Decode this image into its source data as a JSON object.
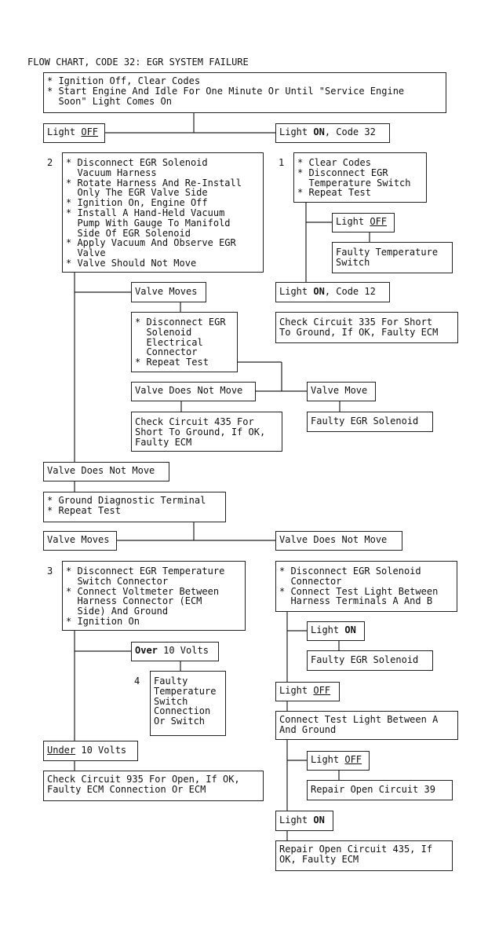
{
  "title": "FLOW CHART, CODE 32: EGR SYSTEM FAILURE",
  "labels": {
    "light": "Light ",
    "off": "OFF",
    "on": "ON",
    "on_plain": "ON",
    "code32": ", Code 32",
    "code12": ", Code 12",
    "valve_moves": "Valve Moves",
    "valve_not_move": "Valve Does Not Move",
    "valve_move": "Valve Move",
    "over": "Over",
    "under": "Under",
    "ten_volts": " 10 Volts"
  },
  "step_numbers": {
    "n1": "1",
    "n2": "2",
    "n3": "3",
    "n4": "4"
  },
  "boxes": {
    "start": "* Ignition Off, Clear Codes\n* Start Engine And Idle For One Minute Or Until \"Service Engine\n  Soon\" Light Comes On",
    "step2": "* Disconnect EGR Solenoid\n  Vacuum Harness\n* Rotate Harness And Re-Install\n  Only The EGR Valve Side\n* Ignition On, Engine Off\n* Install A Hand-Held Vacuum\n  Pump With Gauge To Manifold\n  Side Of EGR Solenoid\n* Apply Vacuum And Observe EGR\n  Valve\n* Valve Should Not Move",
    "step1": "* Clear Codes\n* Disconnect EGR\n  Temperature Switch\n* Repeat Test",
    "faulty_temp_switch": "Faulty Temperature\nSwitch",
    "check_335": "Check Circuit 335 For Short\nTo Ground, If OK, Faulty ECM",
    "disconnect_connector": "* Disconnect EGR\n  Solenoid\n  Electrical\n  Connector\n* Repeat Test",
    "check_435_short": "Check Circuit 435 For\nShort To Ground, If OK,\nFaulty ECM",
    "faulty_solenoid": "Faulty EGR Solenoid",
    "ground_diag": "* Ground Diagnostic Terminal\n* Repeat Test",
    "step3": "* Disconnect EGR Temperature\n  Switch Connector\n* Connect Voltmeter Between\n  Harness Connector (ECM\n  Side) And Ground\n* Ignition On",
    "disconnect_solenoid_conn": "* Disconnect EGR Solenoid\n  Connector\n* Connect Test Light Between\n  Harness Terminals A And B",
    "faulty_connection": "Faulty\nTemperature\nSwitch\nConnection\nOr Switch",
    "connect_test_light": "Connect Test Light Between A\nAnd Ground",
    "check_935": "Check Circuit 935 For Open, If OK,\nFaulty ECM Connection Or ECM",
    "repair_39": "Repair Open Circuit 39",
    "repair_435": "Repair Open Circuit 435, If\nOK, Faulty ECM"
  }
}
